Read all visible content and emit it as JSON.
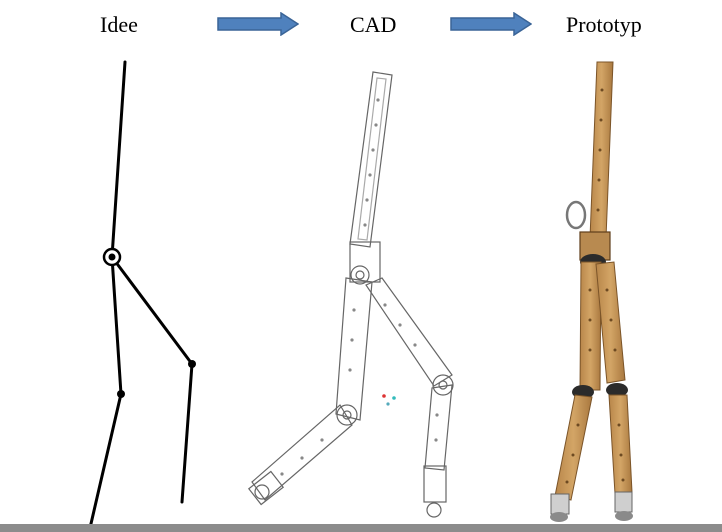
{
  "stages": {
    "idea_label": "Idee",
    "cad_label": "CAD",
    "prototype_label": "Prototyp"
  },
  "colors": {
    "arrow_fill": "#4f81bd",
    "arrow_stroke": "#3a6497",
    "sketch_line": "#000000",
    "cad_line": "#555555",
    "wood": "#c79a5b",
    "wood_dark": "#8a6232",
    "ground": "#8c8c8c"
  }
}
